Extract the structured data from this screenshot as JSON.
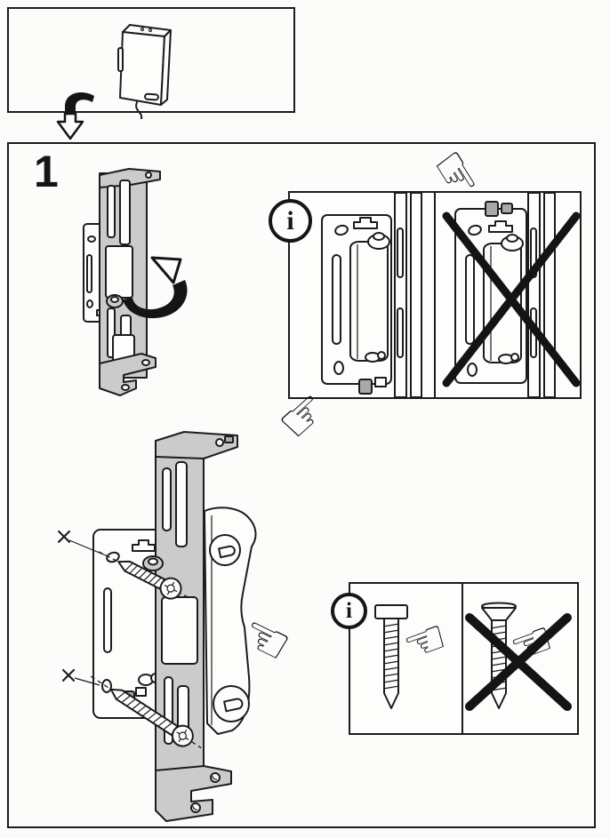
{
  "colors": {
    "line": "#1c1c1c",
    "metal_gray": "#cbcbcb",
    "tab_gray": "#a9a9a9",
    "page_background": "#fbfbfa"
  },
  "intro_panel": {
    "item": "wall-mount-device-with-cable"
  },
  "step_panel": {
    "step_number": "1",
    "orientation_callout": {
      "badge": "i",
      "correct": "tab-folded-down",
      "incorrect": "tab-folded-up-crossed-out"
    },
    "screw_callout": {
      "badge": "i",
      "correct": "pan-head-screw",
      "incorrect": "countersunk-screw-crossed-out"
    },
    "drill_markers": {
      "symbol": "×"
    }
  },
  "icons": {
    "hand_pointing_right": "☞",
    "hand_pointing_left": "☜",
    "down_arrow": "proceed-down-arrow"
  }
}
